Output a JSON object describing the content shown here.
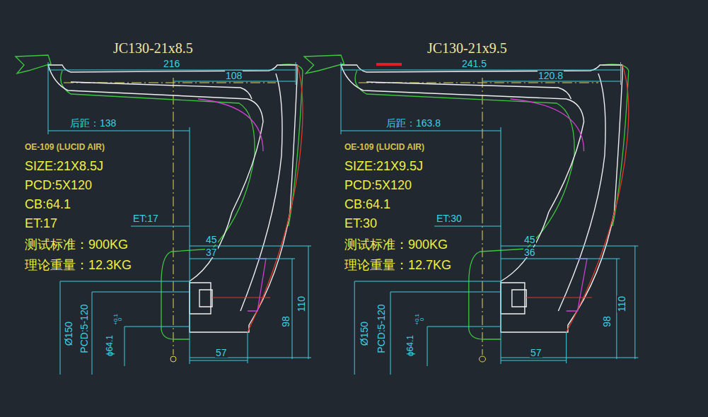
{
  "diagram": {
    "labels": [
      "JC130-21x8.5",
      "216",
      "108",
      "后距：138",
      "OE-109 (LUCID AIR)",
      "SIZE:21X8.5J",
      "PCD:5X120",
      "CB:64.1",
      "ET:17",
      "测试标准：900KG",
      "理论重量：12.3KG",
      "ET:17",
      "45",
      "37",
      "110",
      "98",
      "57",
      "Ø150",
      "PCD:5-120",
      "ϕ64.1",
      "+0.1",
      "0",
      "JC130-21x9.5",
      "241.5",
      "120.8",
      "后距：163.8",
      "OE-109 (LUCID AIR)",
      "SIZE:21X9.5J",
      "PCD:5X120",
      "CB:64.1",
      "ET:30",
      "测试标准：900KG",
      "理论重量：12.7KG",
      "ET:30",
      "45",
      "36",
      "110",
      "98",
      "57",
      "Ø150",
      "PCD:5-120",
      "ϕ64.1",
      "+0.1",
      "0"
    ]
  }
}
